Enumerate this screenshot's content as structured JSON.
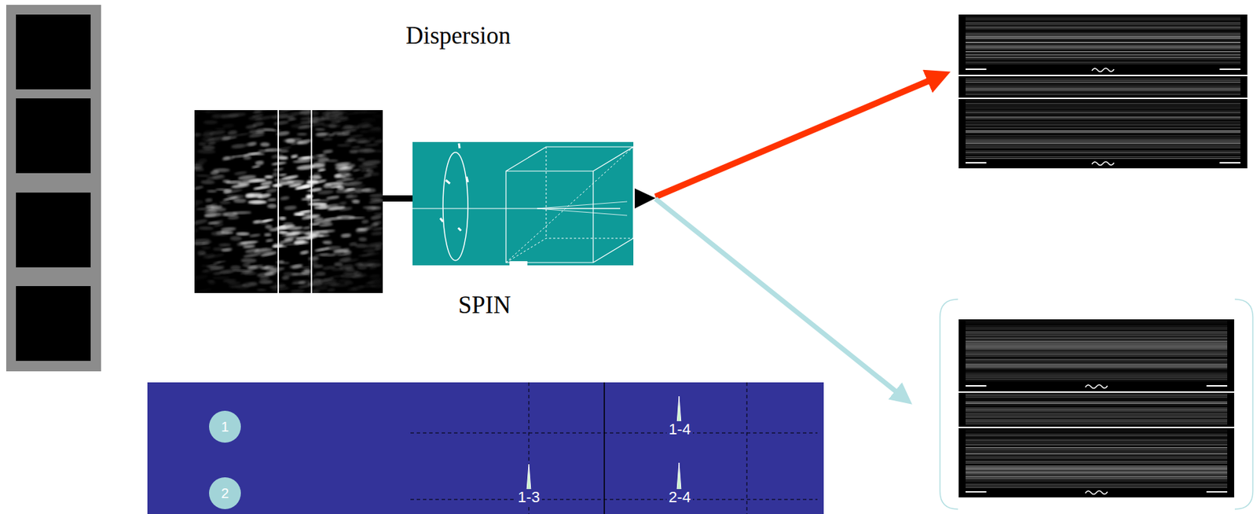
{
  "diagram": {
    "nodes": [
      {
        "text": [
          "SPIN"
        ]
      },
      {
        "text": [
          "1"
        ]
      },
      {
        "text": [
          "2"
        ]
      }
    ],
    "labels": [
      "Dispersion",
      "1-4",
      "1-3",
      "2-4"
    ]
  }
}
